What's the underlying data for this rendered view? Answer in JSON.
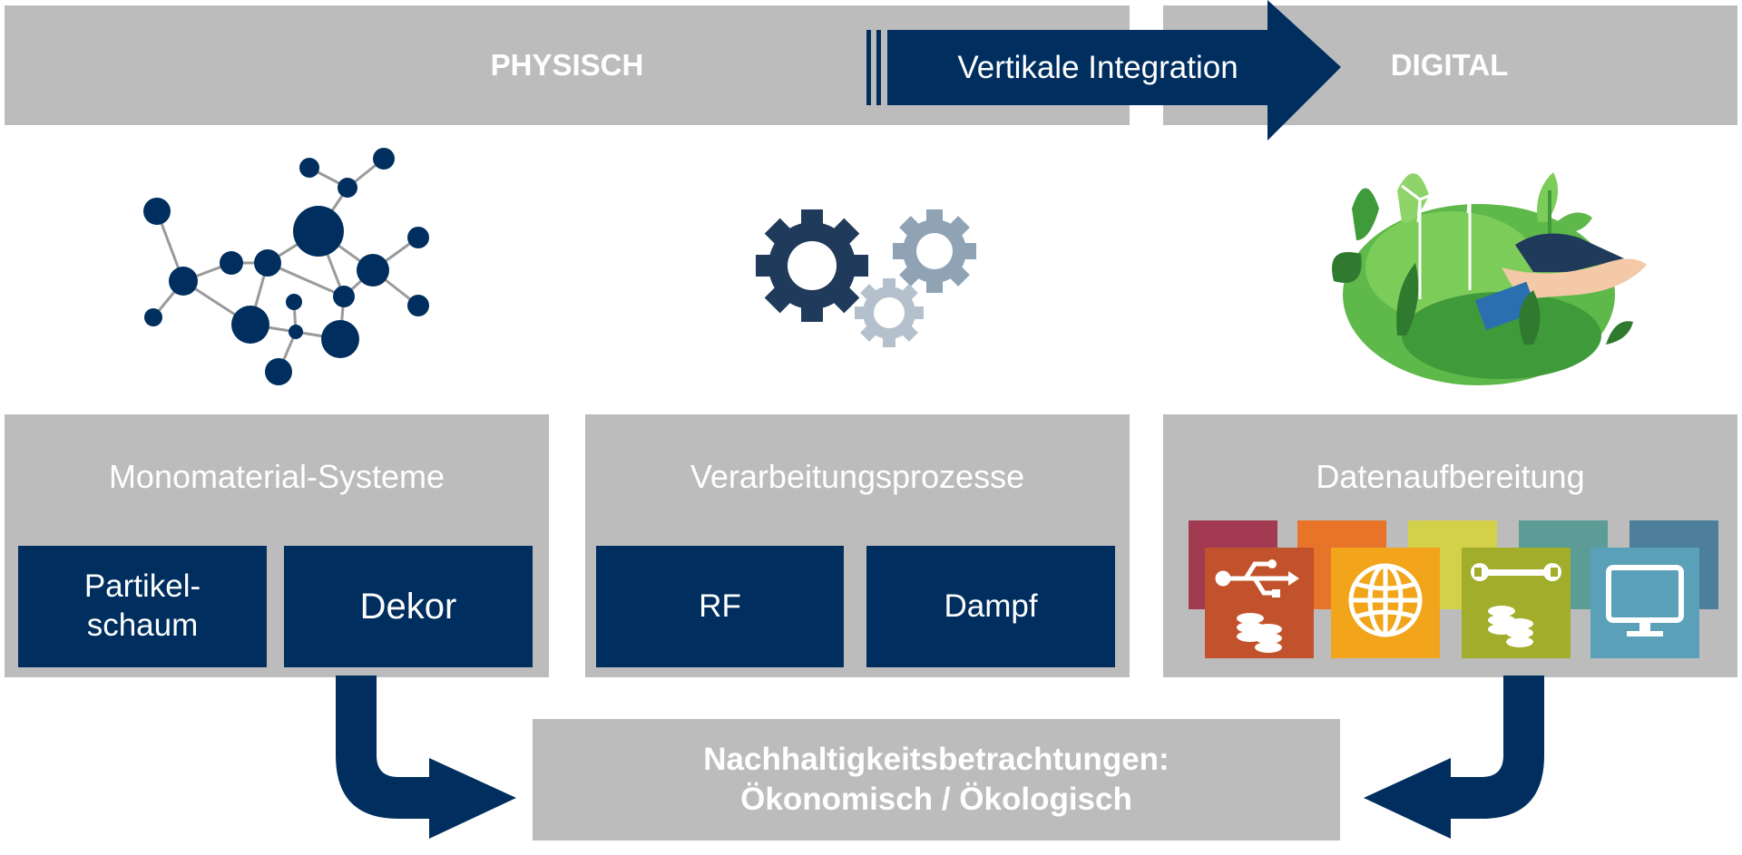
{
  "header": {
    "left_label": "PHYSISCH",
    "arrow_label": "Vertikale Integration",
    "right_label": "DIGITAL"
  },
  "panels": [
    {
      "title": "Monomaterial-Systeme",
      "boxes": [
        "Partikel-\nschaum",
        "Dekor"
      ]
    },
    {
      "title": "Verarbeitungsprozesse",
      "boxes": [
        "RF",
        "Dampf"
      ]
    },
    {
      "title": "Datenaufbereitung"
    }
  ],
  "footer": {
    "line1": "Nachhaltigkeitsbetrachtungen:",
    "line2": "Ökonomisch / Ökologisch"
  },
  "icons": {
    "molecule": "molecule-network-icon",
    "gears": "gears-icon",
    "eco": "eco-hand-plant-icon",
    "data_tiles": [
      "usb-coins-icon",
      "globe-icon",
      "wrench-coins-icon",
      "monitor-icon"
    ]
  },
  "colors": {
    "navy": "#002f5f",
    "gray": "#bcbcbc",
    "gear_light": "#8fa3b5",
    "gear_lighter": "#b4c0cb",
    "tile_orange": "#c2522b",
    "tile_yellow": "#f2a51a",
    "tile_olive": "#a2ad2c",
    "tile_blue": "#5aa0b8"
  }
}
